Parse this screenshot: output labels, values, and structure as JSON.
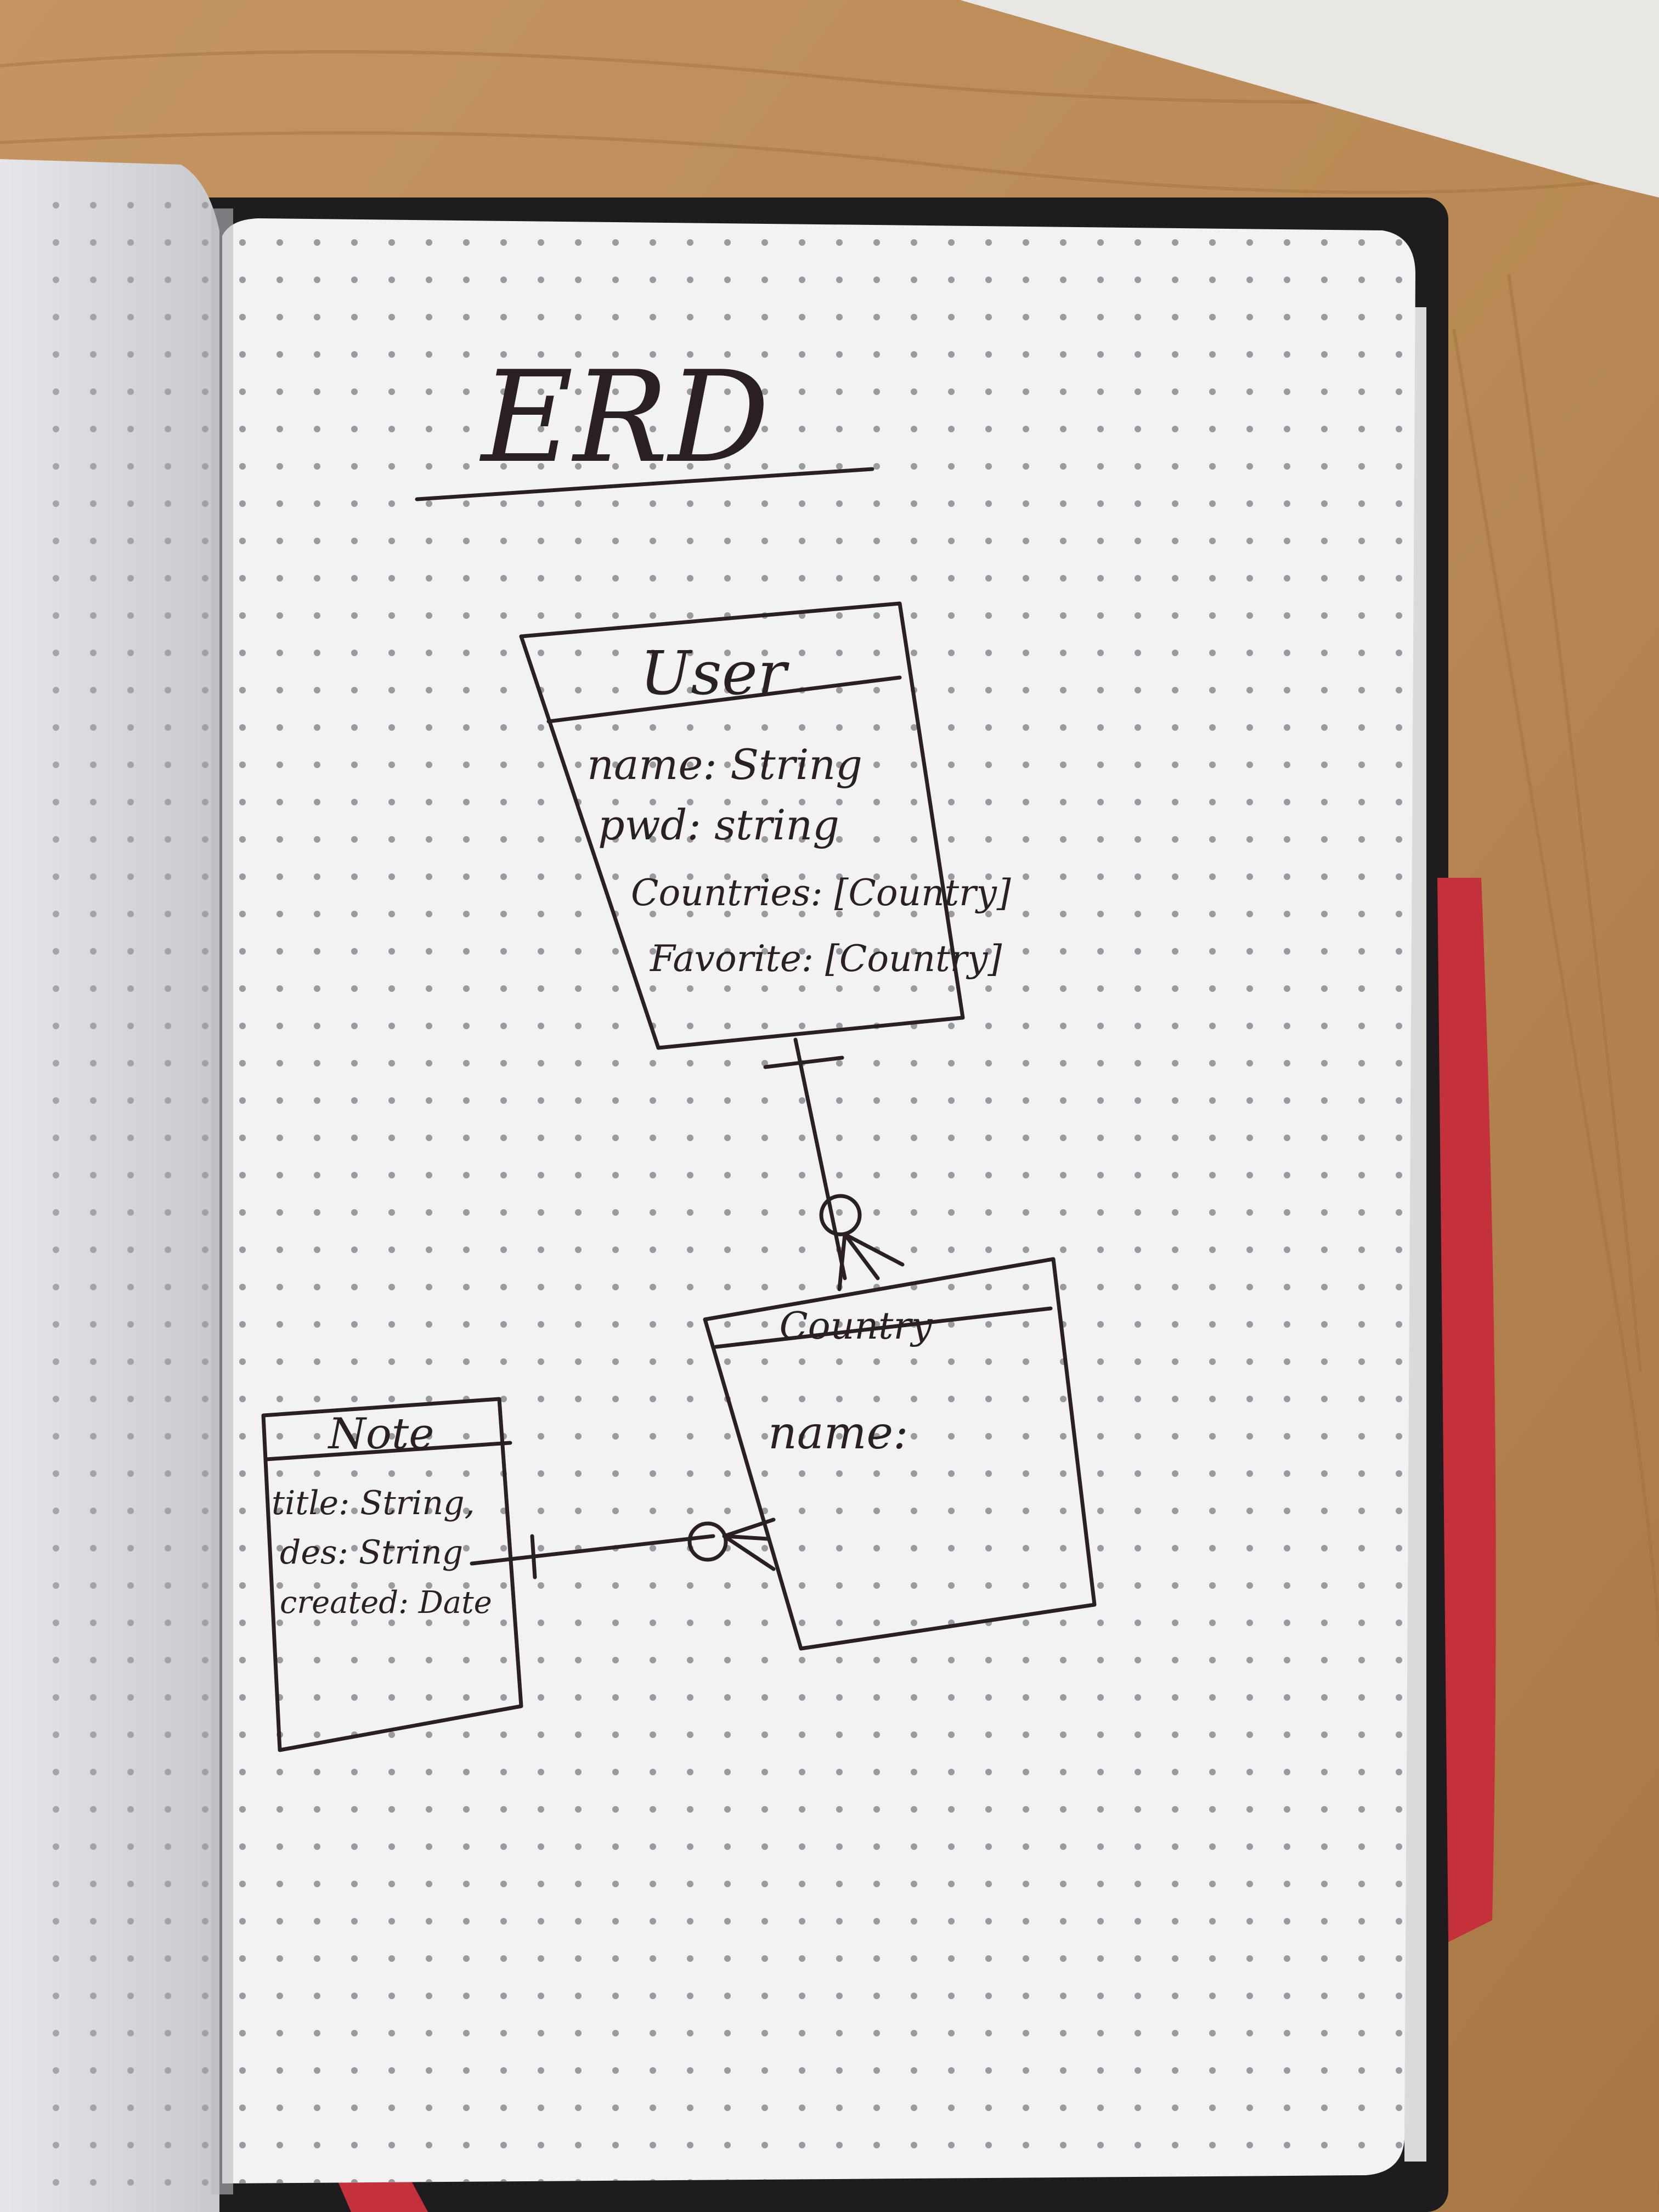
{
  "title": "ERD",
  "entities": {
    "user": {
      "name": "User",
      "attributes": [
        "name: String",
        "pwd: string",
        "Countries: [Country]",
        "Favorite: [Country]"
      ]
    },
    "country": {
      "name": "Country",
      "attributes": [
        "name:"
      ]
    },
    "note": {
      "name": "Note",
      "attributes": [
        "title: String,",
        "des: String",
        "created: Date"
      ]
    }
  },
  "relationships": [
    {
      "from": "user",
      "to": "country",
      "from_cardinality": "one",
      "to_cardinality": "zero-or-many"
    },
    {
      "from": "note",
      "to": "country",
      "from_cardinality": "one",
      "to_cardinality": "zero-or-many"
    }
  ],
  "colors": {
    "ink": "#2a1f24",
    "paper": "#f2f2f5",
    "dots": "#9a9a9f",
    "desk": "#b98a55",
    "notebook_cover": "#1e1c1e",
    "bookmark": "#c4313a"
  }
}
